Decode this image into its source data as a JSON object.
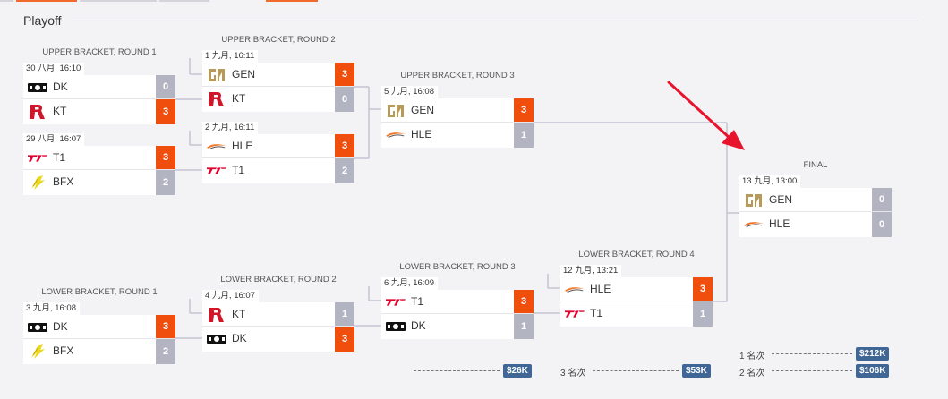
{
  "page": {
    "heading": "Playoff"
  },
  "colors": {
    "win": "#f04e0d",
    "lose": "#b3b4c2",
    "prize": "#3f6694",
    "arrow": "#e8142d",
    "line": "#c3c5d3"
  },
  "rounds": {
    "ub1": "UPPER BRACKET, ROUND 1",
    "ub2": "UPPER BRACKET, ROUND 2",
    "ub3": "UPPER BRACKET, ROUND 3",
    "final": "FINAL",
    "lb1": "LOWER BRACKET, ROUND 1",
    "lb2": "LOWER BRACKET, ROUND 2",
    "lb3": "LOWER BRACKET, ROUND 3",
    "lb4": "LOWER BRACKET, ROUND 4"
  },
  "matches": {
    "ub1a": {
      "date": "30 八月, 16:10",
      "teams": [
        {
          "name": "DK",
          "logo": "dk-logo-icon",
          "score": "0",
          "win": false
        },
        {
          "name": "KT",
          "logo": "kt-logo-icon",
          "score": "3",
          "win": true
        }
      ]
    },
    "ub1b": {
      "date": "29 八月, 16:07",
      "teams": [
        {
          "name": "T1",
          "logo": "t1-logo-icon",
          "score": "3",
          "win": true
        },
        {
          "name": "BFX",
          "logo": "bfx-logo-icon",
          "score": "2",
          "win": false
        }
      ]
    },
    "ub2a": {
      "date": "1 九月, 16:11",
      "teams": [
        {
          "name": "GEN",
          "logo": "gen-logo-icon",
          "score": "3",
          "win": true
        },
        {
          "name": "KT",
          "logo": "kt-logo-icon",
          "score": "0",
          "win": false
        }
      ]
    },
    "ub2b": {
      "date": "2 九月, 16:11",
      "teams": [
        {
          "name": "HLE",
          "logo": "hle-logo-icon",
          "score": "3",
          "win": true
        },
        {
          "name": "T1",
          "logo": "t1-logo-icon",
          "score": "2",
          "win": false
        }
      ]
    },
    "ub3": {
      "date": "5 九月, 16:08",
      "teams": [
        {
          "name": "GEN",
          "logo": "gen-logo-icon",
          "score": "3",
          "win": true
        },
        {
          "name": "HLE",
          "logo": "hle-logo-icon",
          "score": "1",
          "win": false
        }
      ]
    },
    "final": {
      "date": "13 九月, 13:00",
      "teams": [
        {
          "name": "GEN",
          "logo": "gen-logo-icon",
          "score": "0",
          "win": false
        },
        {
          "name": "HLE",
          "logo": "hle-logo-icon",
          "score": "0",
          "win": false
        }
      ]
    },
    "lb1": {
      "date": "3 九月, 16:08",
      "teams": [
        {
          "name": "DK",
          "logo": "dk-logo-icon",
          "score": "3",
          "win": true
        },
        {
          "name": "BFX",
          "logo": "bfx-logo-icon",
          "score": "2",
          "win": false
        }
      ]
    },
    "lb2": {
      "date": "4 九月, 16:07",
      "teams": [
        {
          "name": "KT",
          "logo": "kt-logo-icon",
          "score": "1",
          "win": false
        },
        {
          "name": "DK",
          "logo": "dk-logo-icon",
          "score": "3",
          "win": true
        }
      ]
    },
    "lb3": {
      "date": "6 九月, 16:09",
      "teams": [
        {
          "name": "T1",
          "logo": "t1-logo-icon",
          "score": "3",
          "win": true
        },
        {
          "name": "DK",
          "logo": "dk-logo-icon",
          "score": "1",
          "win": false
        }
      ]
    },
    "lb4": {
      "date": "12 九月, 13:21",
      "teams": [
        {
          "name": "HLE",
          "logo": "hle-logo-icon",
          "score": "3",
          "win": true
        },
        {
          "name": "T1",
          "logo": "t1-logo-icon",
          "score": "1",
          "win": false
        }
      ]
    }
  },
  "prizes": {
    "p4": {
      "label": "",
      "amount": "$26K"
    },
    "p3": {
      "label": "3 名次",
      "amount": "$53K"
    },
    "p1": {
      "label": "1 名次",
      "amount": "$212K"
    },
    "p2": {
      "label": "2 名次",
      "amount": "$106K"
    }
  },
  "annotation": {
    "icon": "red-arrow-icon"
  }
}
